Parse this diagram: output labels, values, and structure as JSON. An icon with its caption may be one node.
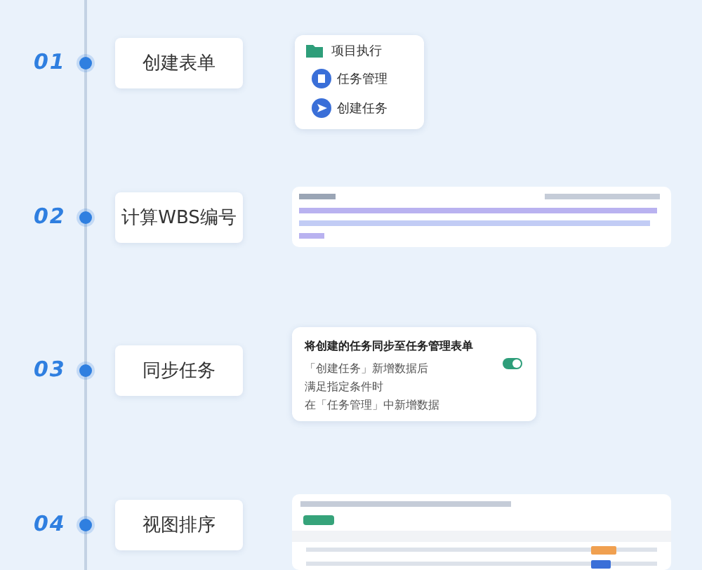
{
  "diagram": {
    "nodes": [
      {
        "text": [
          "创建表单"
        ]
      },
      {
        "text": [
          "项目执行",
          "任务管理",
          "创建任务"
        ]
      },
      {
        "text": [
          "计算WBS编号"
        ]
      },
      {
        "text": [
          "同步任务"
        ]
      },
      {
        "text": [
          "将创建的任务同步至任务管理表单",
          "「创建任务」新增数据后",
          "满足指定条件时",
          "在「任务管理」中新增数据"
        ]
      },
      {
        "text": [
          "视图排序"
        ]
      }
    ],
    "labels": [
      "01",
      "02",
      "03",
      "04"
    ]
  }
}
